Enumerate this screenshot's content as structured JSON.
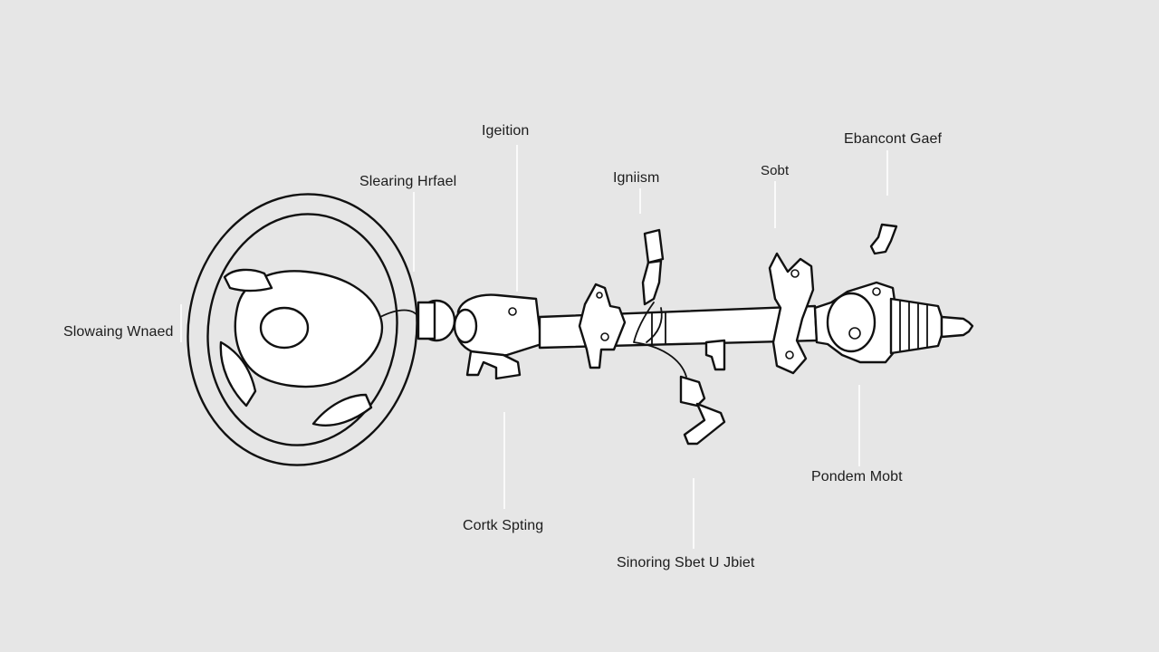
{
  "labels": {
    "ignition_top": "Igeition",
    "steering_wheel_top": "Slearing Hrfael",
    "ignitism": "Igniism",
    "sobt": "Sobt",
    "external_cart": "Ebancont Gaef",
    "steering_wheel_left": "Slowaing Wnaed",
    "clock_spring": "Cortk Spting",
    "pendem_mobt": "Pondem Mobt",
    "steering_shaft_joint": "Sinoring Sbet U Jbiet"
  }
}
